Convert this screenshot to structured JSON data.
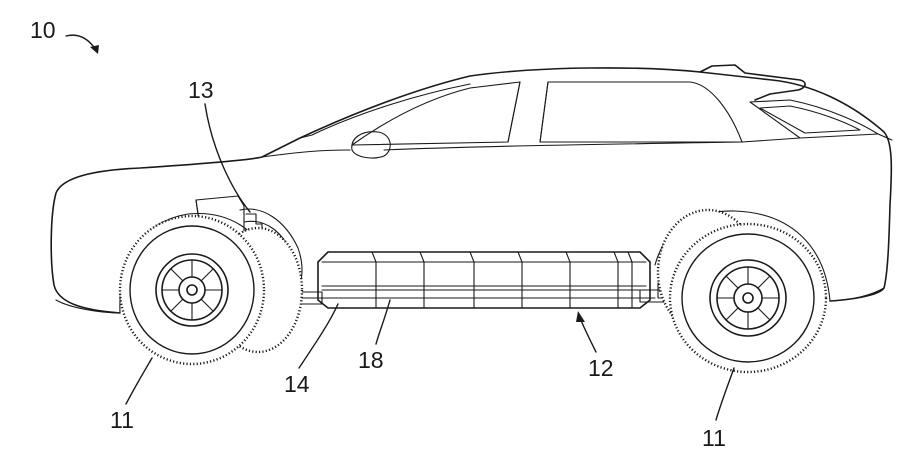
{
  "reference_numerals": {
    "vehicle": "10",
    "front_wheel": "11",
    "rear_wheel": "11",
    "drive_unit": "13",
    "frame_rail": "14",
    "battery_module": "18",
    "battery_pack": "12"
  },
  "colors": {
    "line": "#1a1a1a",
    "background": "#ffffff"
  }
}
